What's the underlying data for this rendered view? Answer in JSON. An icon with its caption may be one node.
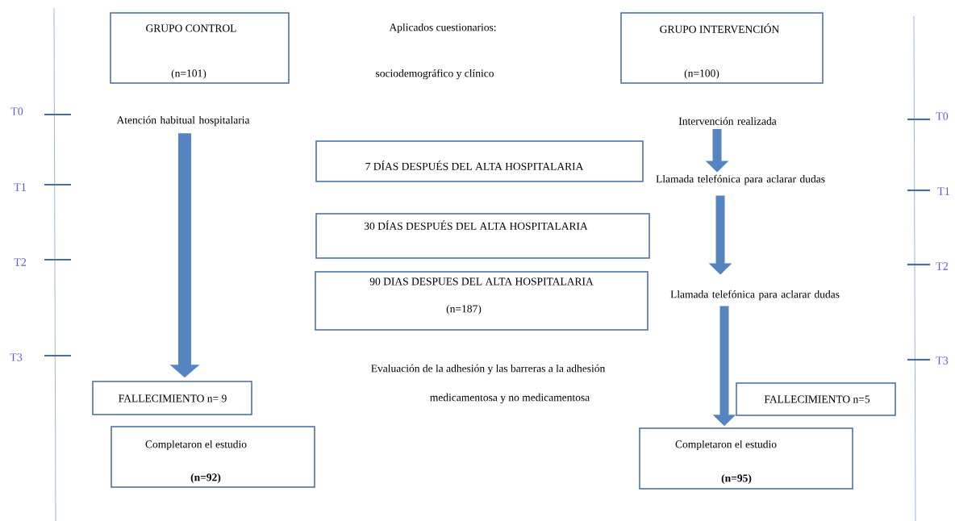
{
  "diagram": {
    "nodes": [
      {
        "text": [
          "GRUPO CONTROL",
          "(n=101)"
        ]
      },
      {
        "text": [
          "GRUPO INTERVENCIÓN",
          "(n=100)"
        ]
      },
      {
        "text": [
          "Atención habitual hospitalaria"
        ]
      },
      {
        "text": [
          "Intervención realizada"
        ]
      },
      {
        "text": [
          "Llamada telefónica para aclarar dudas"
        ]
      },
      {
        "text": [
          "7 DÍAS DESPUÉS DEL ALTA HOSPITALARIA"
        ]
      },
      {
        "text": [
          "30 DÍAS DESPUÉS DEL ALTA HOSPITALARIA"
        ]
      },
      {
        "text": [
          "90 DIAS DESPUES DEL ALTA HOSPITALARIA",
          "(n=187)"
        ]
      },
      {
        "text": [
          "Llamada telefónica para aclarar dudas"
        ]
      },
      {
        "text": [
          "FALLECIMIENTO n= 9"
        ]
      },
      {
        "text": [
          "FALLECIMIENTO n=5"
        ]
      },
      {
        "text": [
          "Completaron el estudio",
          "(n=92)"
        ]
      },
      {
        "text": [
          "Completaron el estudio",
          "(n=95)"
        ]
      }
    ],
    "edges": [
      {
        "from": 2,
        "to": 9,
        "arrow": "to"
      },
      {
        "from": 3,
        "to": 4,
        "arrow": "to"
      },
      {
        "from": 4,
        "to": 8,
        "arrow": "to"
      },
      {
        "from": 8,
        "to": 12,
        "arrow": "to"
      }
    ],
    "labels": [
      "Aplicados cuestionarios:",
      "sociodemográfico y clínico",
      "Evaluación de la adhesión y las barreras a la adhesión",
      "medicamentosa y no medicamentosa",
      "T0",
      "T1",
      "T2",
      "T3",
      "T0",
      "T1",
      "T2",
      "T3"
    ]
  }
}
